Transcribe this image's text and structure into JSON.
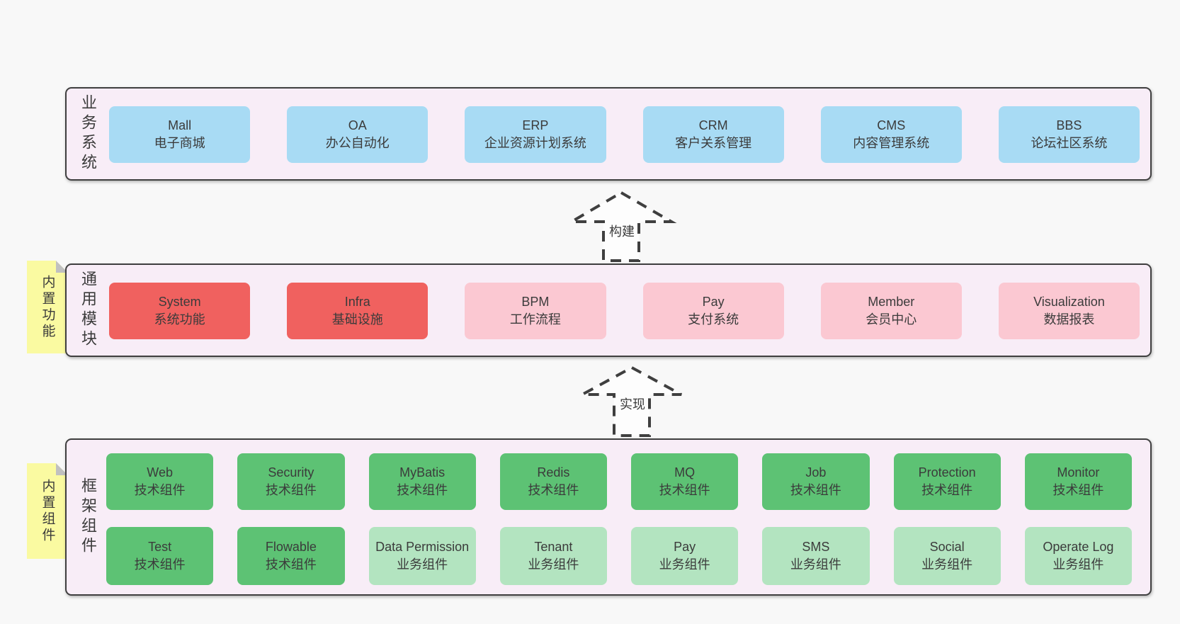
{
  "colors": {
    "page": "#f8f8f8",
    "panel": "#f8edf7",
    "border": "#3f3f3f",
    "text": "#3b3b3b",
    "blue": "#a8dbf4",
    "red": "#f0615f",
    "pink": "#fbc8d2",
    "green": "#5dc274",
    "lightgreen": "#b3e4c0",
    "sticky": "#fafaa1",
    "fold": "#c0c0c0"
  },
  "arrows": [
    {
      "label": "构建"
    },
    {
      "label": "实现"
    }
  ],
  "layers": [
    {
      "label": "业务系统",
      "boxes": [
        {
          "title": "Mall",
          "subtitle": "电子商城"
        },
        {
          "title": "OA",
          "subtitle": "办公自动化"
        },
        {
          "title": "ERP",
          "subtitle": "企业资源计划系统"
        },
        {
          "title": "CRM",
          "subtitle": "客户关系管理"
        },
        {
          "title": "CMS",
          "subtitle": "内容管理系统"
        },
        {
          "title": "BBS",
          "subtitle": "论坛社区系统"
        }
      ]
    },
    {
      "label": "通用模块",
      "sticky": "内置功能",
      "boxes": [
        {
          "title": "System",
          "subtitle": "系统功能"
        },
        {
          "title": "Infra",
          "subtitle": "基础设施"
        },
        {
          "title": "BPM",
          "subtitle": "工作流程"
        },
        {
          "title": "Pay",
          "subtitle": "支付系统"
        },
        {
          "title": "Member",
          "subtitle": "会员中心"
        },
        {
          "title": "Visualization",
          "subtitle": "数据报表"
        }
      ]
    },
    {
      "label": "框架组件",
      "sticky": "内置组件",
      "rows": [
        [
          {
            "title": "Web",
            "subtitle": "技术组件"
          },
          {
            "title": "Security",
            "subtitle": "技术组件"
          },
          {
            "title": "MyBatis",
            "subtitle": "技术组件"
          },
          {
            "title": "Redis",
            "subtitle": "技术组件"
          },
          {
            "title": "MQ",
            "subtitle": "技术组件"
          },
          {
            "title": "Job",
            "subtitle": "技术组件"
          },
          {
            "title": "Protection",
            "subtitle": "技术组件"
          },
          {
            "title": "Monitor",
            "subtitle": "技术组件"
          }
        ],
        [
          {
            "title": "Test",
            "subtitle": "技术组件"
          },
          {
            "title": "Flowable",
            "subtitle": "技术组件"
          },
          {
            "title": "Data Permission",
            "subtitle": "业务组件"
          },
          {
            "title": "Tenant",
            "subtitle": "业务组件"
          },
          {
            "title": "Pay",
            "subtitle": "业务组件"
          },
          {
            "title": "SMS",
            "subtitle": "业务组件"
          },
          {
            "title": "Social",
            "subtitle": "业务组件"
          },
          {
            "title": "Operate Log",
            "subtitle": "业务组件"
          }
        ]
      ]
    }
  ]
}
